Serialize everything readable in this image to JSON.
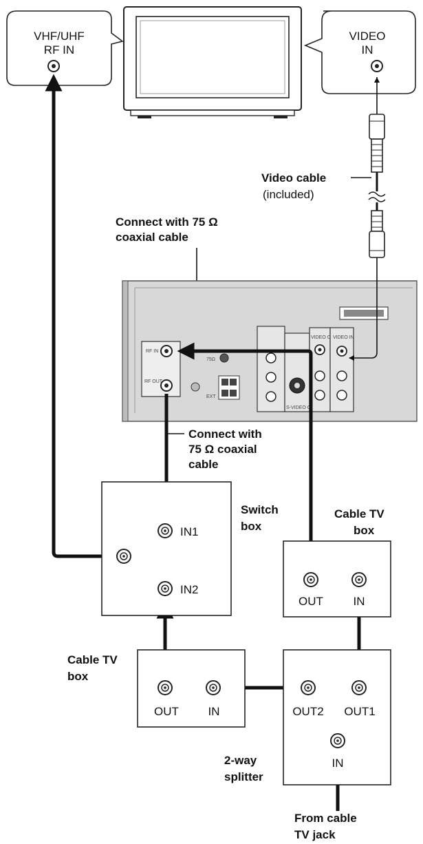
{
  "tv": {
    "rf_in_label_1": "VHF/UHF",
    "rf_in_label_2": "RF IN",
    "video_in_label_1": "VIDEO",
    "video_in_label_2": "IN"
  },
  "video_cable": {
    "label": "Video cable",
    "note": "(included)"
  },
  "coax_top": {
    "line1": "Connect with 75 Ω",
    "line2": "coaxial cable"
  },
  "recorder": {
    "rf_in": "RF IN",
    "rf_out": "RF OUT",
    "video_out": "VIDEO OUT",
    "video_in": "VIDEO IN",
    "ohm_label": "75Ω",
    "ext_label": "EXT",
    "s_video_label": "S-VIDEO OUT"
  },
  "coax_mid": {
    "line1": "Connect with",
    "line2": "75 Ω coaxial",
    "line3": "cable"
  },
  "switch_box": {
    "title_1": "Switch",
    "title_2": "box",
    "in1": "IN1",
    "in2": "IN2"
  },
  "cable_box_right": {
    "title_1": "Cable TV",
    "title_2": "box",
    "out": "OUT",
    "in": "IN"
  },
  "cable_box_left": {
    "title_1": "Cable TV",
    "title_2": "box",
    "out": "OUT",
    "in": "IN"
  },
  "splitter": {
    "title_1": "2-way",
    "title_2": "splitter",
    "out2": "OUT2",
    "out1": "OUT1",
    "in": "IN"
  },
  "source": {
    "line1": "From cable",
    "line2": "TV jack"
  }
}
